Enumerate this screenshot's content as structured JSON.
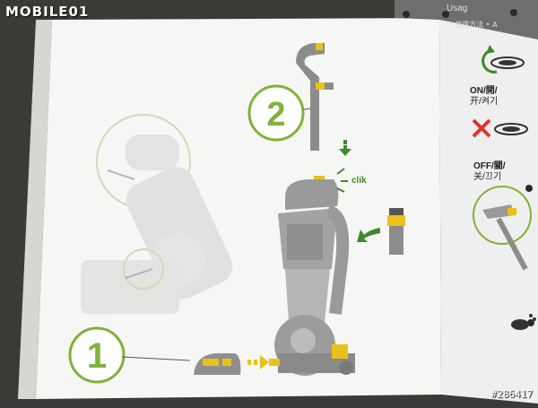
{
  "watermark": "MOBILE01",
  "photo_id": "#286417",
  "panel_right_header": "Usag",
  "panel_right_subheader": "• 使用方法 • A",
  "steps": {
    "step_one": "1",
    "step_two": "2"
  },
  "click_text": "clik",
  "power_on_label": "ON/開/",
  "power_on_sub": "开/켜기",
  "power_off_label": "OFF/關/",
  "power_off_sub": "关/끄기",
  "colors": {
    "accent_green": "#7fb33c",
    "arrow_green": "#3d8a2a",
    "yellow": "#e8c21a",
    "gray": "#8c8c8c",
    "red": "#e0342a"
  }
}
